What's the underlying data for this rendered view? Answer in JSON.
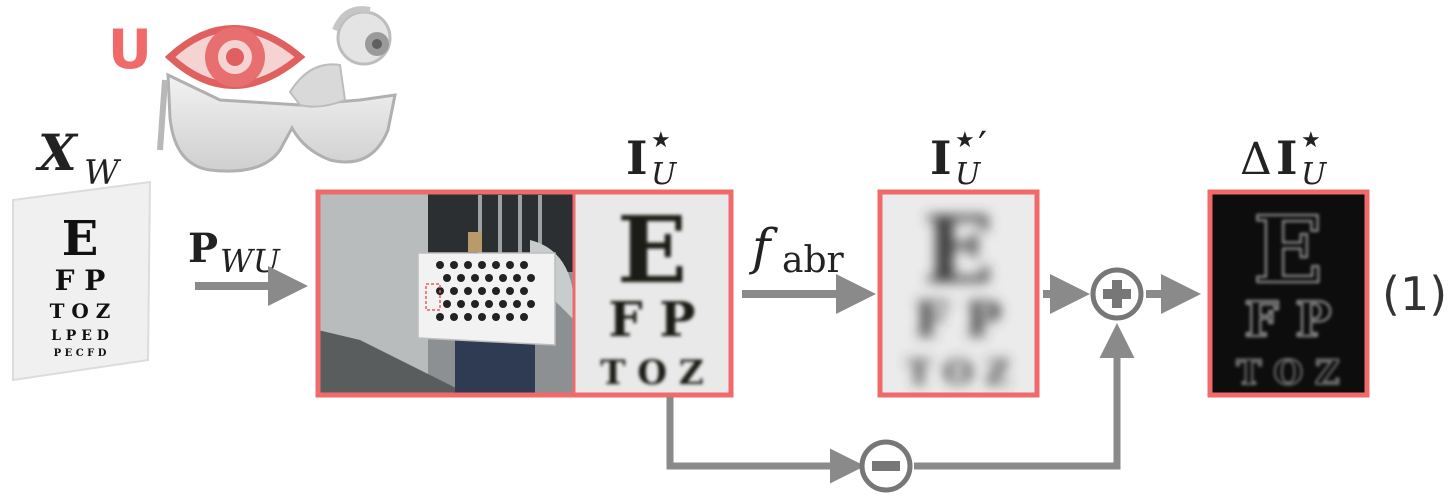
{
  "labels": {
    "u_mark": "U",
    "xw_main": "X",
    "xw_sub": "W",
    "pwu_main": "P",
    "pwu_sub": "WU",
    "iu_main": "I",
    "iu_sub": "U",
    "iu_sup": "★",
    "iu_prime_main": "I",
    "iu_prime_sub": "U",
    "iu_prime_sup": "★",
    "iu_prime_mark": "′",
    "delta": "Δ",
    "delta_main": "I",
    "delta_sub": "U",
    "delta_sup": "★",
    "fabr_f": "f",
    "fabr_sub": "abr",
    "eq_number": "(1)"
  },
  "eye_chart": {
    "rows": [
      "E",
      "F P",
      "T O Z",
      "L P E D",
      "P E C F D"
    ]
  },
  "crop_chart": {
    "rows": [
      "E",
      "F P",
      "T O Z"
    ]
  },
  "operators": {
    "plus": "+",
    "minus": "−"
  },
  "colors": {
    "accent_red": "#f06a6a",
    "arrow_gray": "#8a8a8a",
    "icon_gray": "#c8c8c8"
  }
}
